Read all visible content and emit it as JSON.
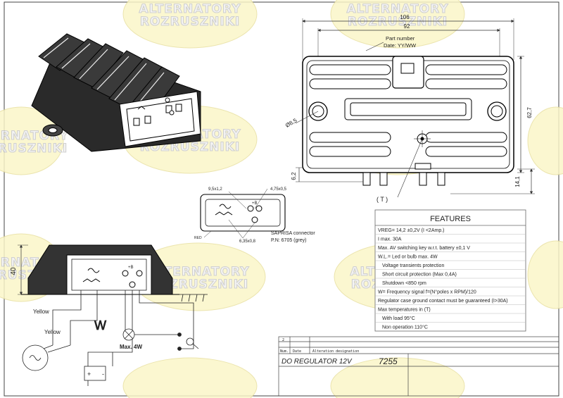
{
  "watermark": {
    "line1": "ALTERNATORY",
    "line2": "ROZRUSZNIKI"
  },
  "dimensions": {
    "width_outer": "106",
    "width_inner": "92",
    "height": "62,7",
    "hole": "Ø8,5",
    "base_offset": "6,2",
    "terminal_height": "14,1",
    "side_height": "40"
  },
  "part_label": {
    "line1": "Part number",
    "line2": "Date: YY/WW"
  },
  "terminal_mark": "( T )",
  "connector": {
    "dim_a": "9,5x1,2",
    "dim_b": "4,75x0,5",
    "dim_c": "6,35x0,8",
    "label1": "SAPRISA connector",
    "label2": "P.N: 6705 (grey)",
    "red_label": "RED"
  },
  "wiring": {
    "yellow1": "Yellow",
    "yellow2": "Yellow",
    "w_label": "W",
    "lamp_label": "Max. 4W",
    "battery_plus": "+",
    "battery_minus": "-"
  },
  "features": {
    "title": "FEATURES",
    "rows": [
      "VREG= 14,2 ±0,2V (I <2Amp.)",
      "I max. 30A",
      "Max. AV switching key w.r.t. battery  ±0,1 V",
      "W.L.= Led or bulb max. 4W",
      "Voltage transients protection",
      "Short circuit protection (Max 0,4A)",
      "Shutdown <850 rpm",
      "W= Frequency signal f=(N°poles x RPM)/120",
      "Regulator case ground contact must be guaranteed (I>30A)",
      "Max temperatures in (T)",
      "With load 95°C",
      "Non operation 110°C"
    ]
  },
  "title_block": {
    "rev": "2",
    "col_num": "Num.",
    "col_date": "Date",
    "col_alt": "Alteration designation",
    "name": "DO REGULATOR 12V",
    "number": "7255"
  }
}
